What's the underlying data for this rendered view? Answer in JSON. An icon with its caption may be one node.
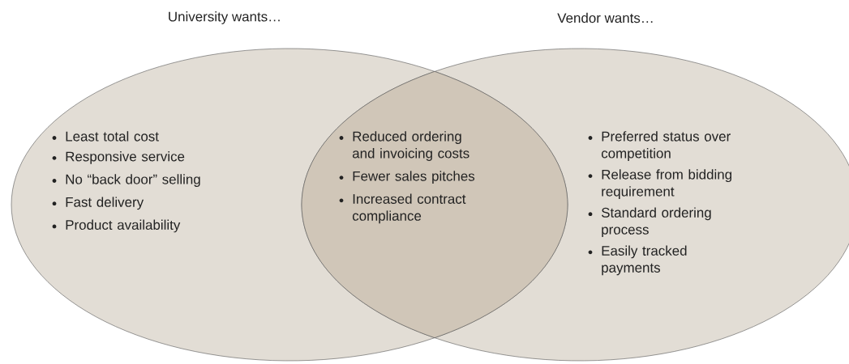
{
  "diagram": {
    "nodes": [
      {
        "text": [
          "University wants…",
          "Least total cost",
          "Responsive service",
          "No “back door” selling",
          "Fast delivery",
          "Product availability"
        ]
      },
      {
        "text": [
          "Reduced ordering and invoicing costs",
          "Fewer sales pitches",
          "Increased contract compliance"
        ]
      },
      {
        "text": [
          "Vendor wants…",
          "Preferred status over competition",
          "Release from bidding requirement",
          "Standard ordering process",
          "Easily tracked payments"
        ]
      }
    ]
  }
}
